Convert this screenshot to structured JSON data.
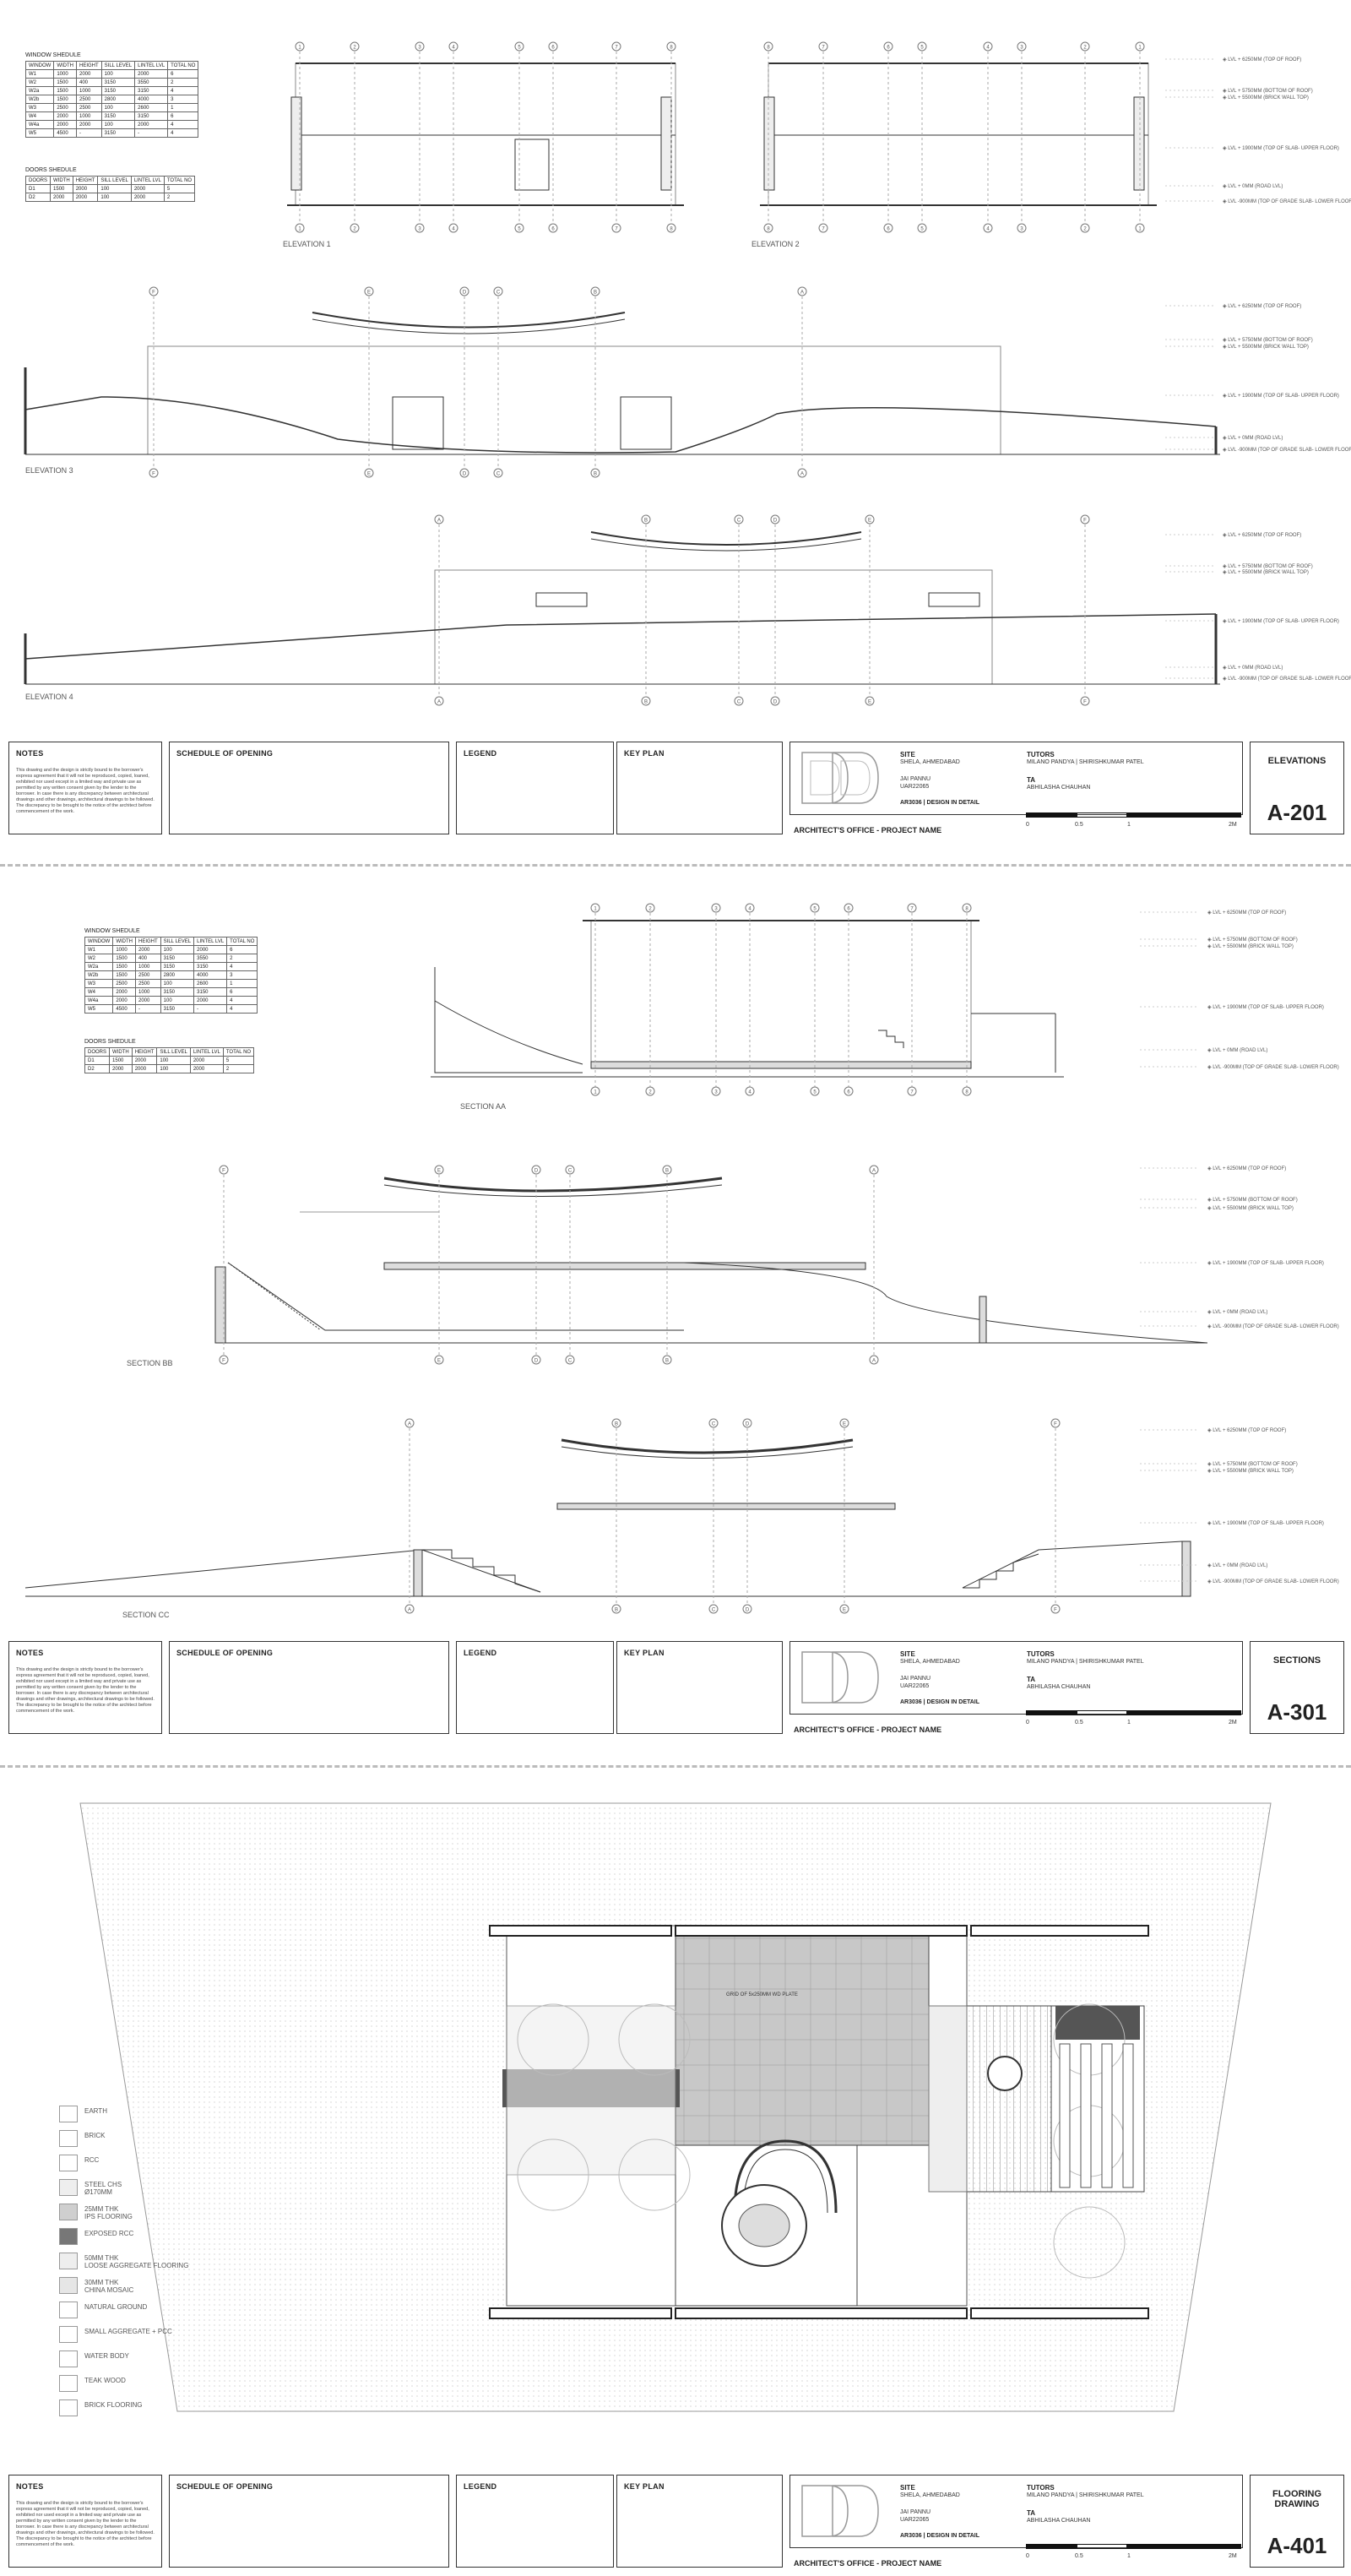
{
  "window_schedule": {
    "title": "WINDOW SHEDULE",
    "headers": [
      "WINDOW",
      "WIDTH",
      "HEIGHT",
      "SILL LEVEL",
      "LINTEL LVL",
      "TOTAL NO"
    ],
    "rows": [
      [
        "W1",
        "1000",
        "2000",
        "100",
        "2000",
        "6"
      ],
      [
        "W2",
        "1500",
        "400",
        "3150",
        "3550",
        "2"
      ],
      [
        "W2a",
        "1500",
        "1000",
        "3150",
        "3150",
        "4"
      ],
      [
        "W2b",
        "1500",
        "2500",
        "2800",
        "4000",
        "3"
      ],
      [
        "W3",
        "2500",
        "2500",
        "100",
        "2600",
        "1"
      ],
      [
        "W4",
        "2000",
        "1000",
        "3150",
        "3150",
        "6"
      ],
      [
        "W4a",
        "2000",
        "2000",
        "100",
        "2000",
        "4"
      ],
      [
        "W5",
        "4500",
        "-",
        "3150",
        "-",
        "4"
      ]
    ]
  },
  "door_schedule": {
    "title": "DOORS SHEDULE",
    "headers": [
      "DOORS",
      "WIDTH",
      "HEIGHT",
      "SILL LEVEL",
      "LINTEL LVL",
      "TOTAL NO"
    ],
    "rows": [
      [
        "D1",
        "1500",
        "2000",
        "100",
        "2000",
        "5"
      ],
      [
        "D2",
        "2000",
        "2000",
        "100",
        "2000",
        "2"
      ]
    ]
  },
  "levels": {
    "roof": "LVL + 6250MM (TOP OF ROOF)",
    "bottom_roof": "LVL + 5750MM (BOTTOM OF ROOF)",
    "brick_wall": "LVL + 5500MM (BRICK WALL TOP)",
    "upper_floor": "LVL + 1900MM (TOP OF SLAB- UPPER FLOOR)",
    "road": "LVL + 0MM (ROAD LVL)",
    "lower_floor": "LVL -900MM (TOP OF GRADE SLAB- LOWER FLOOR)"
  },
  "drawing_labels": {
    "elev1": "ELEVATION 1",
    "elev2": "ELEVATION 2",
    "elev3": "ELEVATION 3",
    "elev4": "ELEVATION 4",
    "secAA": "SECTION AA",
    "secBB": "SECTION BB",
    "secCC": "SECTION CC"
  },
  "grid_numbers": [
    "1",
    "2",
    "3",
    "4",
    "5",
    "6",
    "7",
    "8"
  ],
  "grid_letters_a": [
    "F",
    "E",
    "D",
    "C",
    "B",
    "A"
  ],
  "grid_letters_b": [
    "A",
    "B",
    "C",
    "D",
    "E",
    "F"
  ],
  "title_block": {
    "notes_heading": "NOTES",
    "notes_text": "This drawing and the design is strictly bound to the borrower's express agreement that it will not be reproduced, copied, loaned, exhibited nor used except in a limited way and private use as permitted by any written consent given by the lender to the borrower. In case there is any discrepancy between architectural drawings and other drawings, architectural drawings to be followed. The discrepancy to be brought to the notice of the architect before commencement of the work.",
    "schedule_heading": "SCHEDULE OF OPENING",
    "legend_heading": "LEGEND",
    "keyplan_heading": "KEY PLAN",
    "site_heading": "SITE",
    "site_value": "SHELA, AHMEDABAD",
    "student": "JAI PANNU",
    "student_id": "UAR22065",
    "course": "AR3036 | DESIGN IN DETAIL",
    "office": "ARCHITECT'S OFFICE - PROJECT NAME",
    "tutors_heading": "TUTORS",
    "tutors_value": "MILANO PANDYA | SHIRISHKUMAR PATEL",
    "ta_heading": "TA",
    "ta_value": "ABHILASHA CHAUHAN",
    "scale": [
      "0",
      "0.5",
      "1",
      "2M"
    ]
  },
  "sheets": [
    {
      "title": "ELEVATIONS",
      "number": "A-201"
    },
    {
      "title": "SECTIONS",
      "number": "A-301"
    },
    {
      "title": "FLOORING DRAWING",
      "number": "A-401"
    }
  ],
  "flooring_legend": [
    "EARTH",
    "BRICK",
    "RCC",
    "STEEL CHS\nØ170MM",
    "25MM THK\nIPS FLOORING",
    "EXPOSED RCC",
    "50MM THK\nLOOSE AGGREGATE FLOORING",
    "30MM THK\nCHINA MOSAIC",
    "NATURAL GROUND",
    "SMALL AGGREGATE + PCC",
    "WATER BODY",
    "TEAK WOOD",
    "BRICK FLOORING"
  ],
  "plan_note": "GRID OF 5x250MM WD PLATE",
  "colors": {
    "line": "#333333",
    "grey_fill": "#cfcfcf",
    "dark_fill": "#777777"
  }
}
